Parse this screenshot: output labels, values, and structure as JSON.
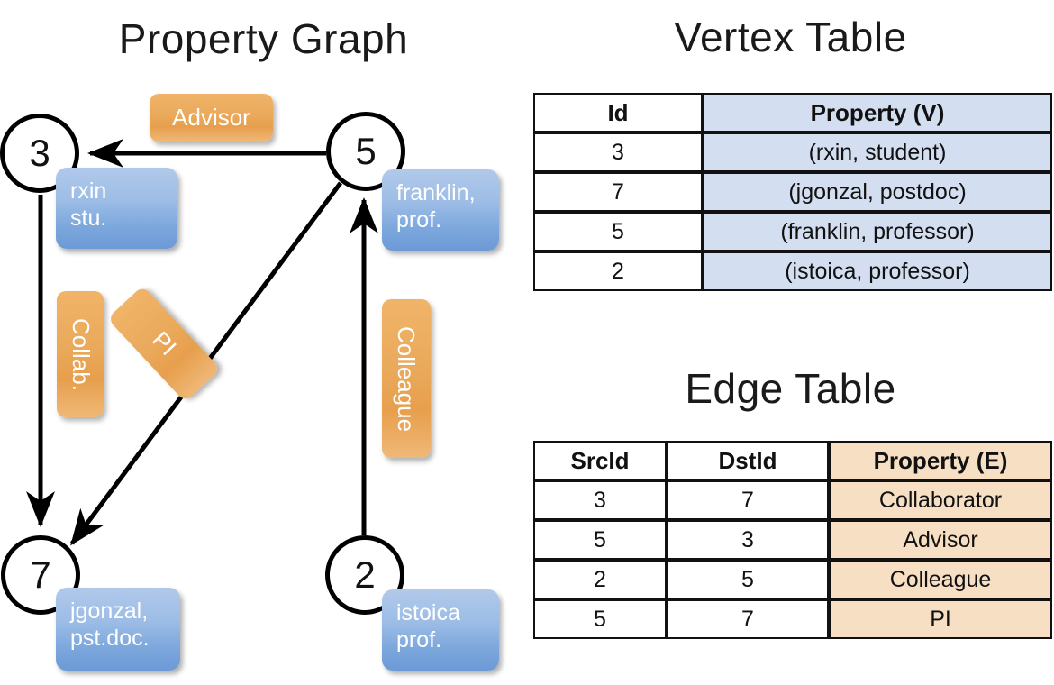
{
  "titles": {
    "property_graph": "Property Graph",
    "vertex_table": "Vertex Table",
    "edge_table": "Edge Table"
  },
  "graph": {
    "nodes": [
      {
        "id": "3",
        "property_line1": "rxin",
        "property_line2": "stu."
      },
      {
        "id": "5",
        "property_line1": "franklin,",
        "property_line2": "prof."
      },
      {
        "id": "7",
        "property_line1": "jgonzal,",
        "property_line2": "pst.doc."
      },
      {
        "id": "2",
        "property_line1": "istoica",
        "property_line2": "prof."
      }
    ],
    "edge_labels": {
      "advisor": "Advisor",
      "collab": "Collab.",
      "pi": "PI",
      "colleague": "Colleague"
    },
    "colors": {
      "node_property_box": "#7aa6dc",
      "edge_badge": "#e79f4d",
      "edge_line": "#000000"
    }
  },
  "vertex_table": {
    "headers": [
      "Id",
      "Property (V)"
    ],
    "rows": [
      {
        "id": "3",
        "property": "(rxin, student)"
      },
      {
        "id": "7",
        "property": "(jgonzal, postdoc)"
      },
      {
        "id": "5",
        "property": "(franklin, professor)"
      },
      {
        "id": "2",
        "property": "(istoica, professor)"
      }
    ],
    "property_column_color": "#d3def0"
  },
  "edge_table": {
    "headers": [
      "SrcId",
      "DstId",
      "Property (E)"
    ],
    "rows": [
      {
        "src": "3",
        "dst": "7",
        "property": "Collaborator"
      },
      {
        "src": "5",
        "dst": "3",
        "property": "Advisor"
      },
      {
        "src": "2",
        "dst": "5",
        "property": "Colleague"
      },
      {
        "src": "5",
        "dst": "7",
        "property": "PI"
      }
    ],
    "property_column_color": "#f7dfc4"
  }
}
